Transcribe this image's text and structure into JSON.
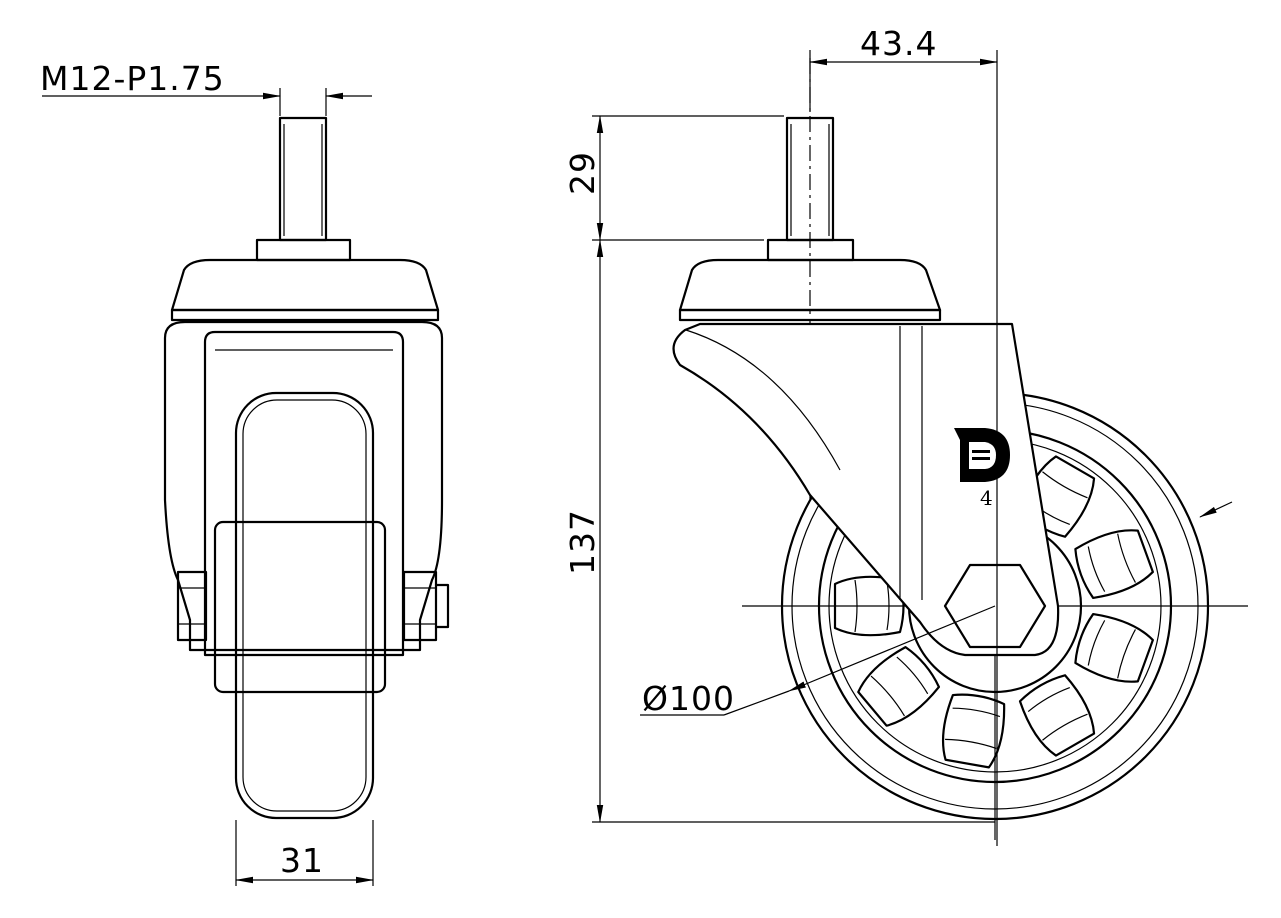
{
  "dimensions": {
    "thread": "M12-P1.75",
    "wheel_width": "31",
    "offset": "43.4",
    "stem_height": "29",
    "total_height": "137",
    "wheel_diameter": "Ø100"
  },
  "markings": {
    "brand_logo": "D",
    "number": "4"
  },
  "colors": {
    "line": "#000000",
    "background": "#ffffff"
  }
}
